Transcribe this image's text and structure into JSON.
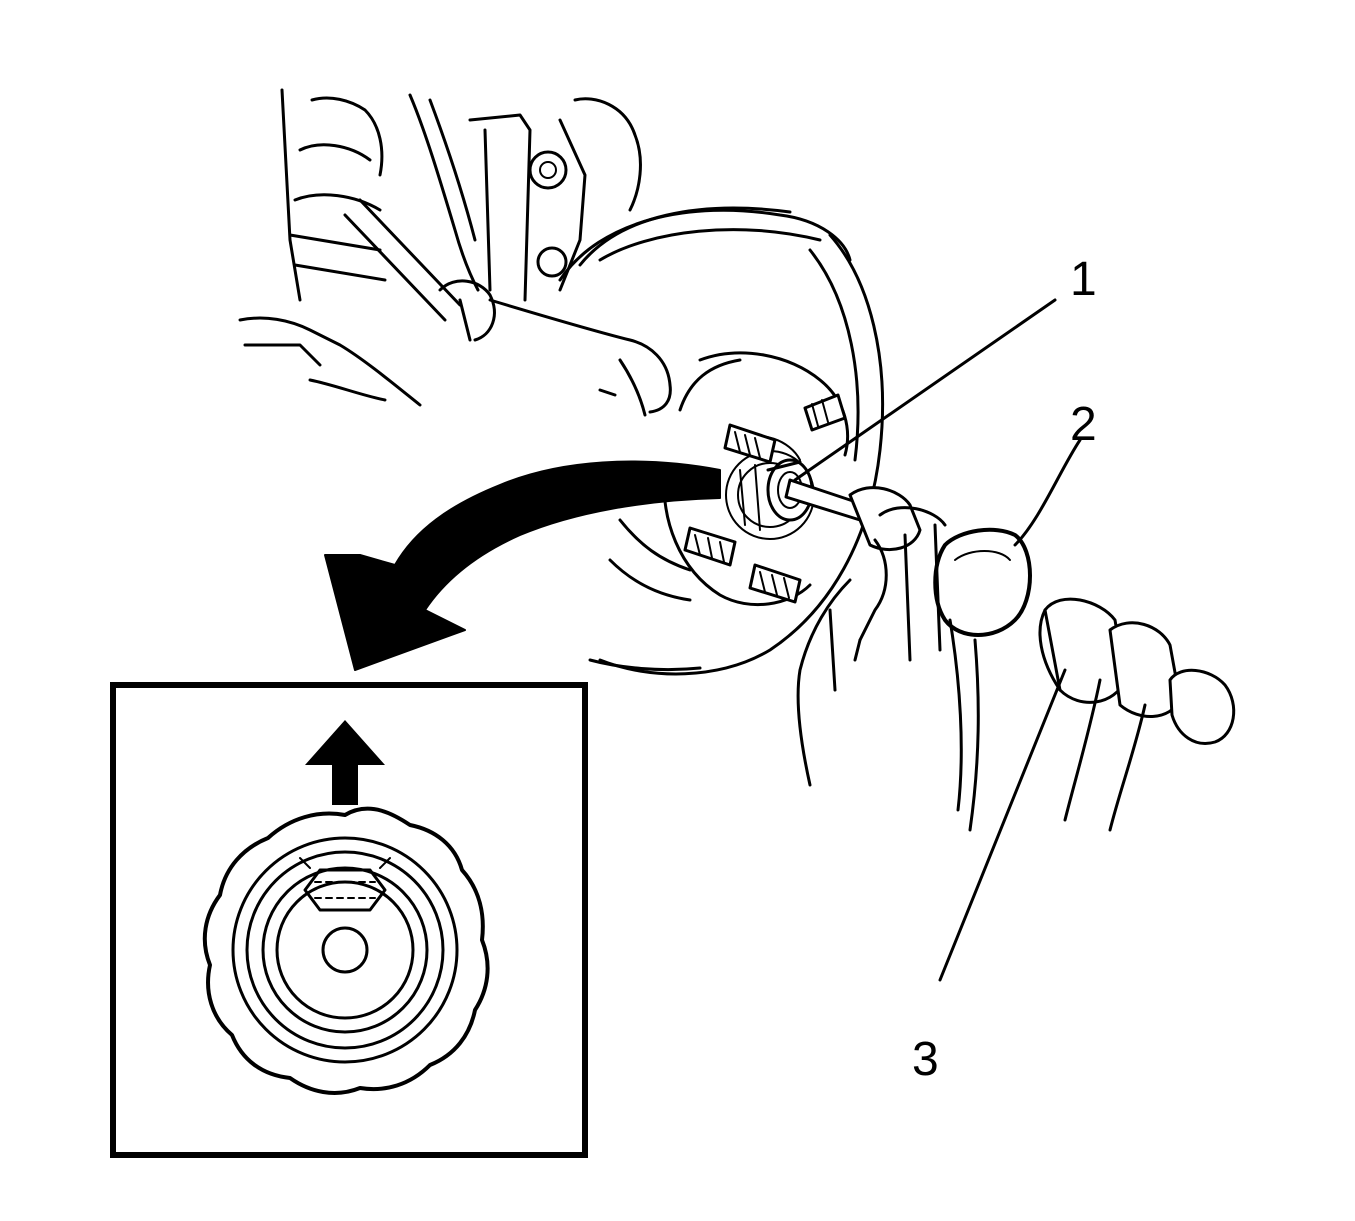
{
  "colors": {
    "line": "#000000",
    "background": "#ffffff"
  },
  "callouts": [
    {
      "label": "1",
      "part": "hub-nut-stake"
    },
    {
      "label": "2",
      "part": "punch-tool"
    },
    {
      "label": "3",
      "part": "hammer"
    }
  ],
  "icons": {
    "motion_arrow": "curved-arrow-icon",
    "detail_arrow": "up-arrow-icon"
  }
}
